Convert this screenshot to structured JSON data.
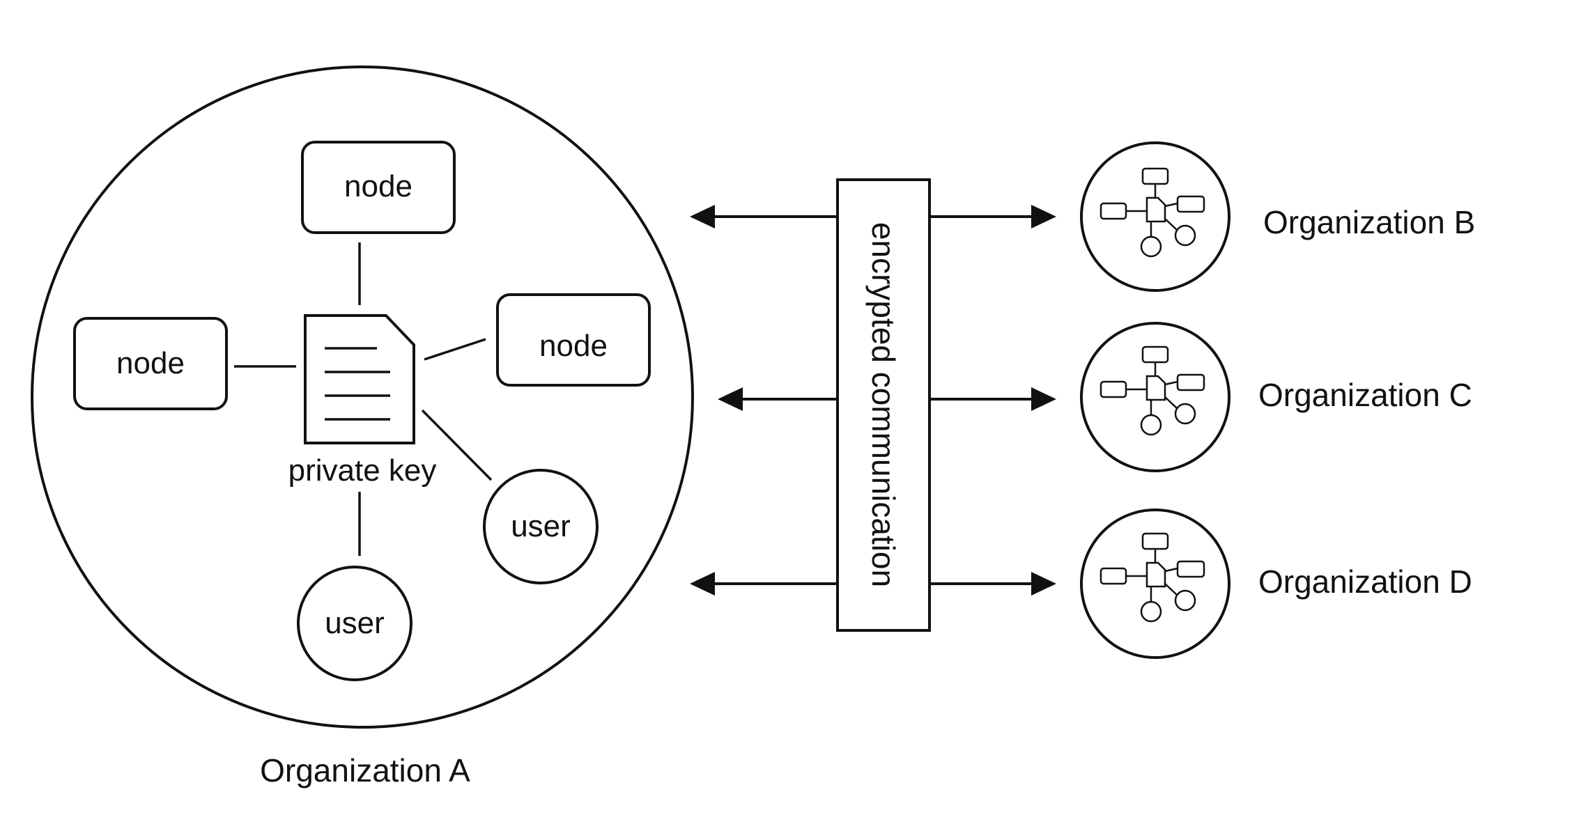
{
  "colors": {
    "stroke": "#111111",
    "background": "#ffffff"
  },
  "org_a": {
    "label": "Organization A",
    "nodes": [
      "node",
      "node",
      "node"
    ],
    "users": [
      "user",
      "user"
    ],
    "key_label": "private key",
    "key_icon": "document-icon"
  },
  "channel": {
    "label": "encrypted communication"
  },
  "orgs": [
    {
      "label": "Organization B",
      "icon": "network-icon"
    },
    {
      "label": "Organization C",
      "icon": "network-icon"
    },
    {
      "label": "Organization D",
      "icon": "network-icon"
    }
  ]
}
